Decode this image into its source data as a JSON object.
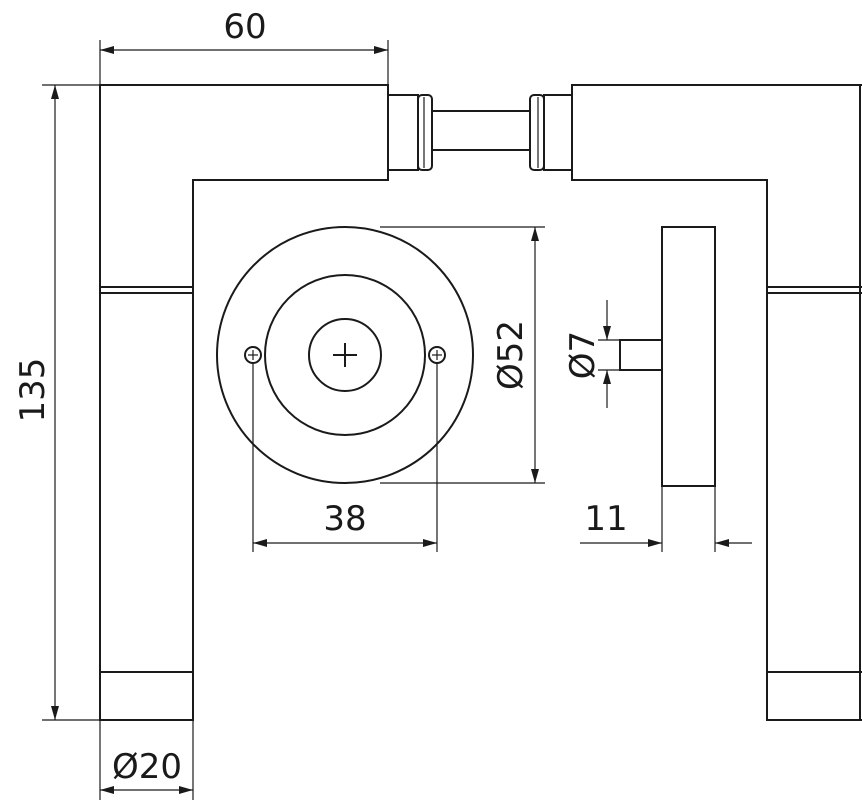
{
  "title": "Lever handle pair on round rosette – dimension drawing",
  "dimensions": {
    "lever_length": "60",
    "lever_height": "135",
    "lever_diameter": "Ø20",
    "rosette_diameter": "Ø52",
    "screw_spacing": "38",
    "spindle_diameter": "Ø7",
    "rosette_thickness": "11"
  },
  "colors": {
    "line": "#1a1a1a",
    "background": "#ffffff"
  }
}
